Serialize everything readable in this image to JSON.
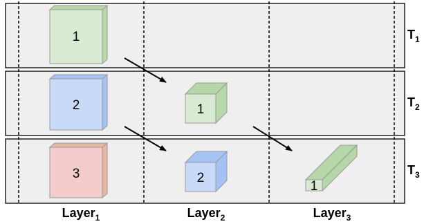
{
  "colors": {
    "band_fill": "#efefef",
    "green_front": "#d9ead3",
    "green_side": "#b6d7a8",
    "blue_front": "#c9daf8",
    "blue_side": "#a4c2f4",
    "orange_front": "#f4cccc",
    "orange_side": "#e6b8a2",
    "outline": "#999999"
  },
  "rows": [
    {
      "label": "T",
      "sub": "1"
    },
    {
      "label": "T",
      "sub": "2"
    },
    {
      "label": "T",
      "sub": "3"
    }
  ],
  "columns": [
    {
      "label": "Layer",
      "sub": "1"
    },
    {
      "label": "Layer",
      "sub": "2"
    },
    {
      "label": "Layer",
      "sub": "3"
    }
  ],
  "blocks": {
    "t1_layer1": "1",
    "t2_layer1": "2",
    "t3_layer1": "3",
    "t2_layer2": "1",
    "t3_layer2": "2",
    "t3_layer3": "1"
  }
}
